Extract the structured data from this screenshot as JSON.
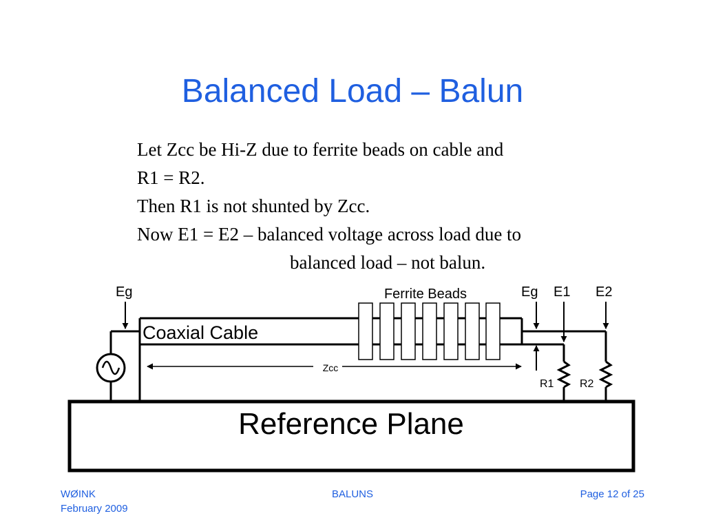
{
  "slide": {
    "title": "Balanced Load – Balun",
    "body": [
      "Let Zcc be Hi-Z due to ferrite beads on cable and",
      "R1 =  R2.",
      "Then R1 is not shunted by Zcc.",
      "Now E1 = E2 – balanced voltage across load due to",
      "balanced load – not balun."
    ]
  },
  "diagram": {
    "label_eg_source": "Eg",
    "label_ferrite": "Ferrite Beads",
    "label_eg_load": "Eg",
    "label_e1": "E1",
    "label_e2": "E2",
    "label_coax": "Coaxial Cable",
    "label_zcc": "Zcc",
    "label_r1": "R1",
    "label_r2": "R2",
    "label_plane": "Reference Plane",
    "ferrite_bead_count": 7,
    "source_icon": "ac-source-icon",
    "resistor_icon": "resistor-icon"
  },
  "footer": {
    "author": "WØINK",
    "date": "February 2009",
    "topic": "BALUNS",
    "page": "Page 12 of 25"
  },
  "colors": {
    "title": "#1f5fe0",
    "footer": "#1f5fe0",
    "diagram": "#000000"
  }
}
